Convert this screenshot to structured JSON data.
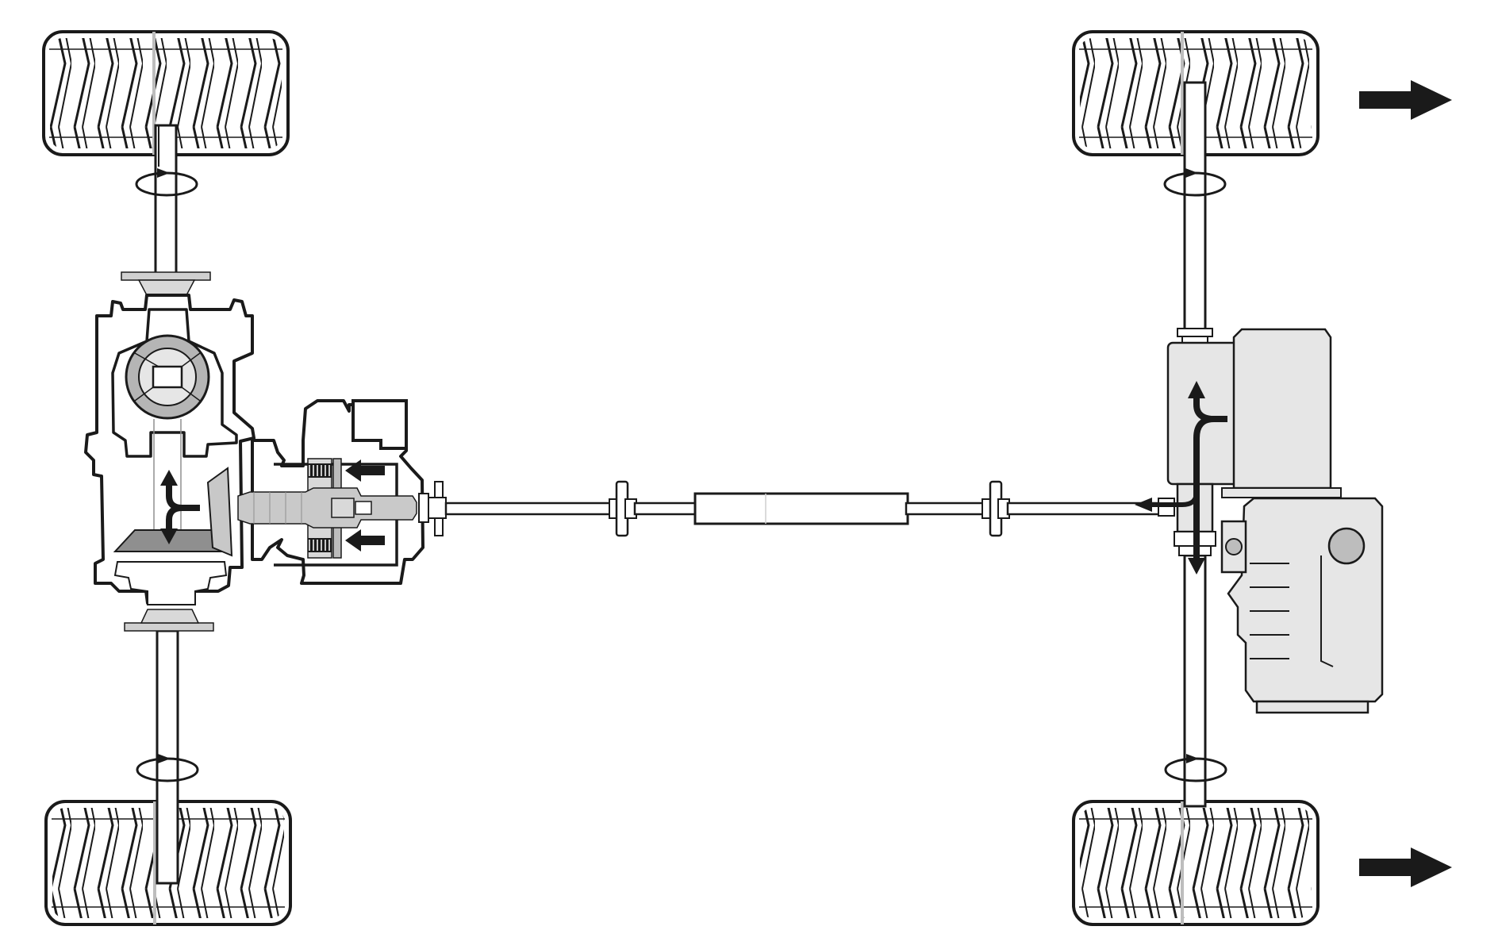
{
  "colors": {
    "background": "#ffffff",
    "line": "#1a1a1a",
    "fill_light": "#e6e6e6",
    "fill_mid": "#b9b9b9",
    "fill_dark": "#8f8f8f",
    "centerline": "#bdbdbd"
  },
  "components": {
    "wheels": [
      "front-left",
      "front-right",
      "rear-left",
      "rear-right"
    ],
    "drivetrain": [
      "rear-differential",
      "transfer-coupling",
      "propeller-shaft",
      "front-transaxle",
      "engine"
    ]
  },
  "icons": {
    "direction": "arrow-right-icon",
    "torque_flow": "arrow-left-icon",
    "rotation": "rotation-icon"
  }
}
